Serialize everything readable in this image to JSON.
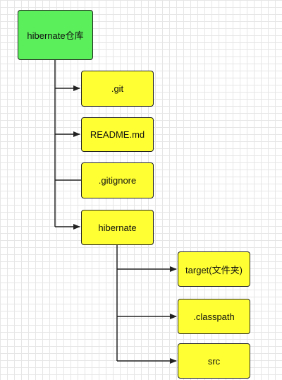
{
  "nodes": {
    "root": "hibernate仓库",
    "git": ".git",
    "readme": "README.md",
    "gitignore": ".gitignore",
    "hibernate": "hibernate",
    "target": "target(文件夹)",
    "classpath": ".classpath",
    "src": "src"
  },
  "colors": {
    "root_fill": "#5bef5b",
    "leaf_fill": "#ffff33",
    "stroke": "#222222"
  }
}
